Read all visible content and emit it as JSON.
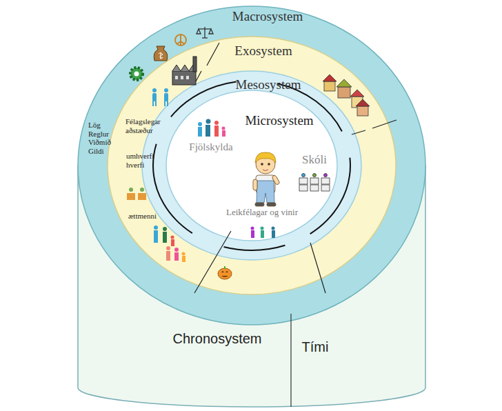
{
  "diagram": {
    "nodes": [
      {
        "text": [
          "Macrosystem",
          "Lög Reglur Viðmið Gildi"
        ]
      },
      {
        "text": [
          "Exosystem",
          "Félagslegar aðstæður",
          "umhverfi hverfi",
          "ættmenni"
        ],
        "in": 0
      },
      {
        "text": [
          "Mesosystem"
        ],
        "in": 1
      },
      {
        "text": [
          "Microsystem",
          "Fjölskylda",
          "Skóli",
          "Leikfélagar og vinir"
        ],
        "in": 2
      },
      {
        "text": [
          "Chronosystem",
          "Tími"
        ]
      }
    ]
  }
}
